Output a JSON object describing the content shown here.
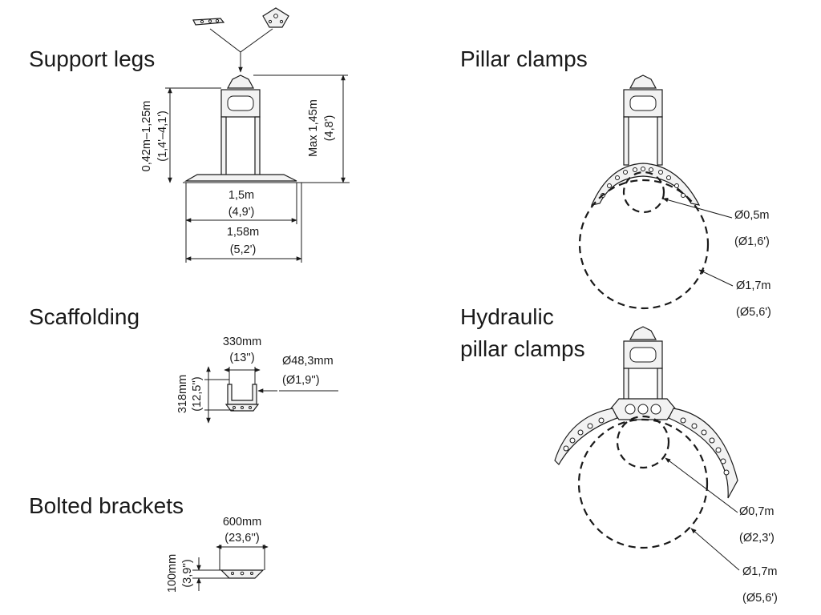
{
  "sections": {
    "support_legs": {
      "title": "Support legs",
      "height_range": "0,42m–1,25m",
      "height_range_imperial": "(1,4'–4,1')",
      "max_height": "Max 1,45m",
      "max_height_imperial": "(4,8')",
      "width_inner": "1,5m",
      "width_inner_imperial": "(4,9')",
      "width_outer": "1,58m",
      "width_outer_imperial": "(5,2')"
    },
    "pillar_clamps": {
      "title": "Pillar clamps",
      "diameter_min": "Ø0,5m",
      "diameter_min_imperial": "(Ø1,6')",
      "diameter_max": "Ø1,7m",
      "diameter_max_imperial": "(Ø5,6')"
    },
    "scaffolding": {
      "title": "Scaffolding",
      "width": "330mm",
      "width_imperial": "(13'')",
      "height": "318mm",
      "height_imperial": "(12,5'')",
      "tube_diameter": "Ø48,3mm",
      "tube_diameter_imperial": "(Ø1,9'')"
    },
    "hydraulic_pillar_clamps": {
      "title_line1": "Hydraulic",
      "title_line2": "pillar clamps",
      "diameter_min": "Ø0,7m",
      "diameter_min_imperial": "(Ø2,3')",
      "diameter_max": "Ø1,7m",
      "diameter_max_imperial": "(Ø5,6')"
    },
    "bolted_brackets": {
      "title": "Bolted brackets",
      "width": "600mm",
      "width_imperial": "(23,6'')",
      "height": "100mm",
      "height_imperial": "(3,9'')"
    }
  }
}
